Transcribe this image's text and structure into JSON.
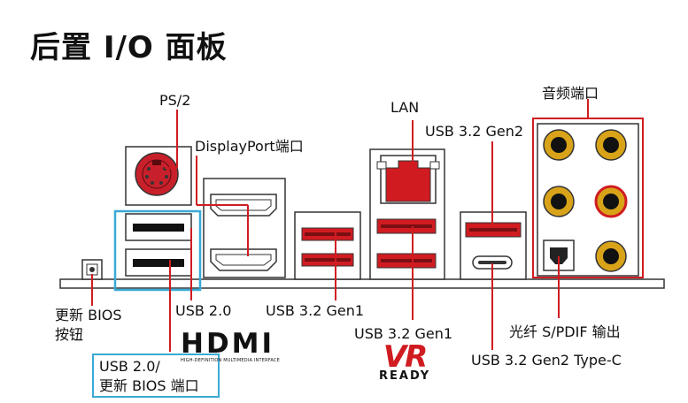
{
  "title": "后置 I/O 面板",
  "labels": {
    "ps2": "PS/2",
    "displayport": "DisplayPort端口",
    "lan": "LAN",
    "usb32gen2": "USB 3.2 Gen2",
    "audio": "音频端口",
    "bios_btn_line1": "更新 BIOS",
    "bios_btn_line2": "按钮",
    "usb20": "USB 2.0",
    "usb32gen1_a": "USB 3.2 Gen1",
    "usb32gen1_b": "USB 3.2 Gen1",
    "spdif": "光纤 S/PDIF 输出",
    "usb32gen2c": "USB 3.2 Gen2 Type-C",
    "usb20_bios_line1": "USB 2.0/",
    "usb20_bios_line2": "更新 BIOS 端口"
  },
  "logos": {
    "hdmi_word": "HDMI",
    "hdmi_sub": "HIGH-DEFINITION MULTIMEDIA INTERFACE",
    "vr_word": "VR",
    "vr_sub": "READY"
  },
  "colors": {
    "accent_red": "#d01c21",
    "highlight_blue": "#3aa9d6",
    "gold": "#d8a319"
  }
}
